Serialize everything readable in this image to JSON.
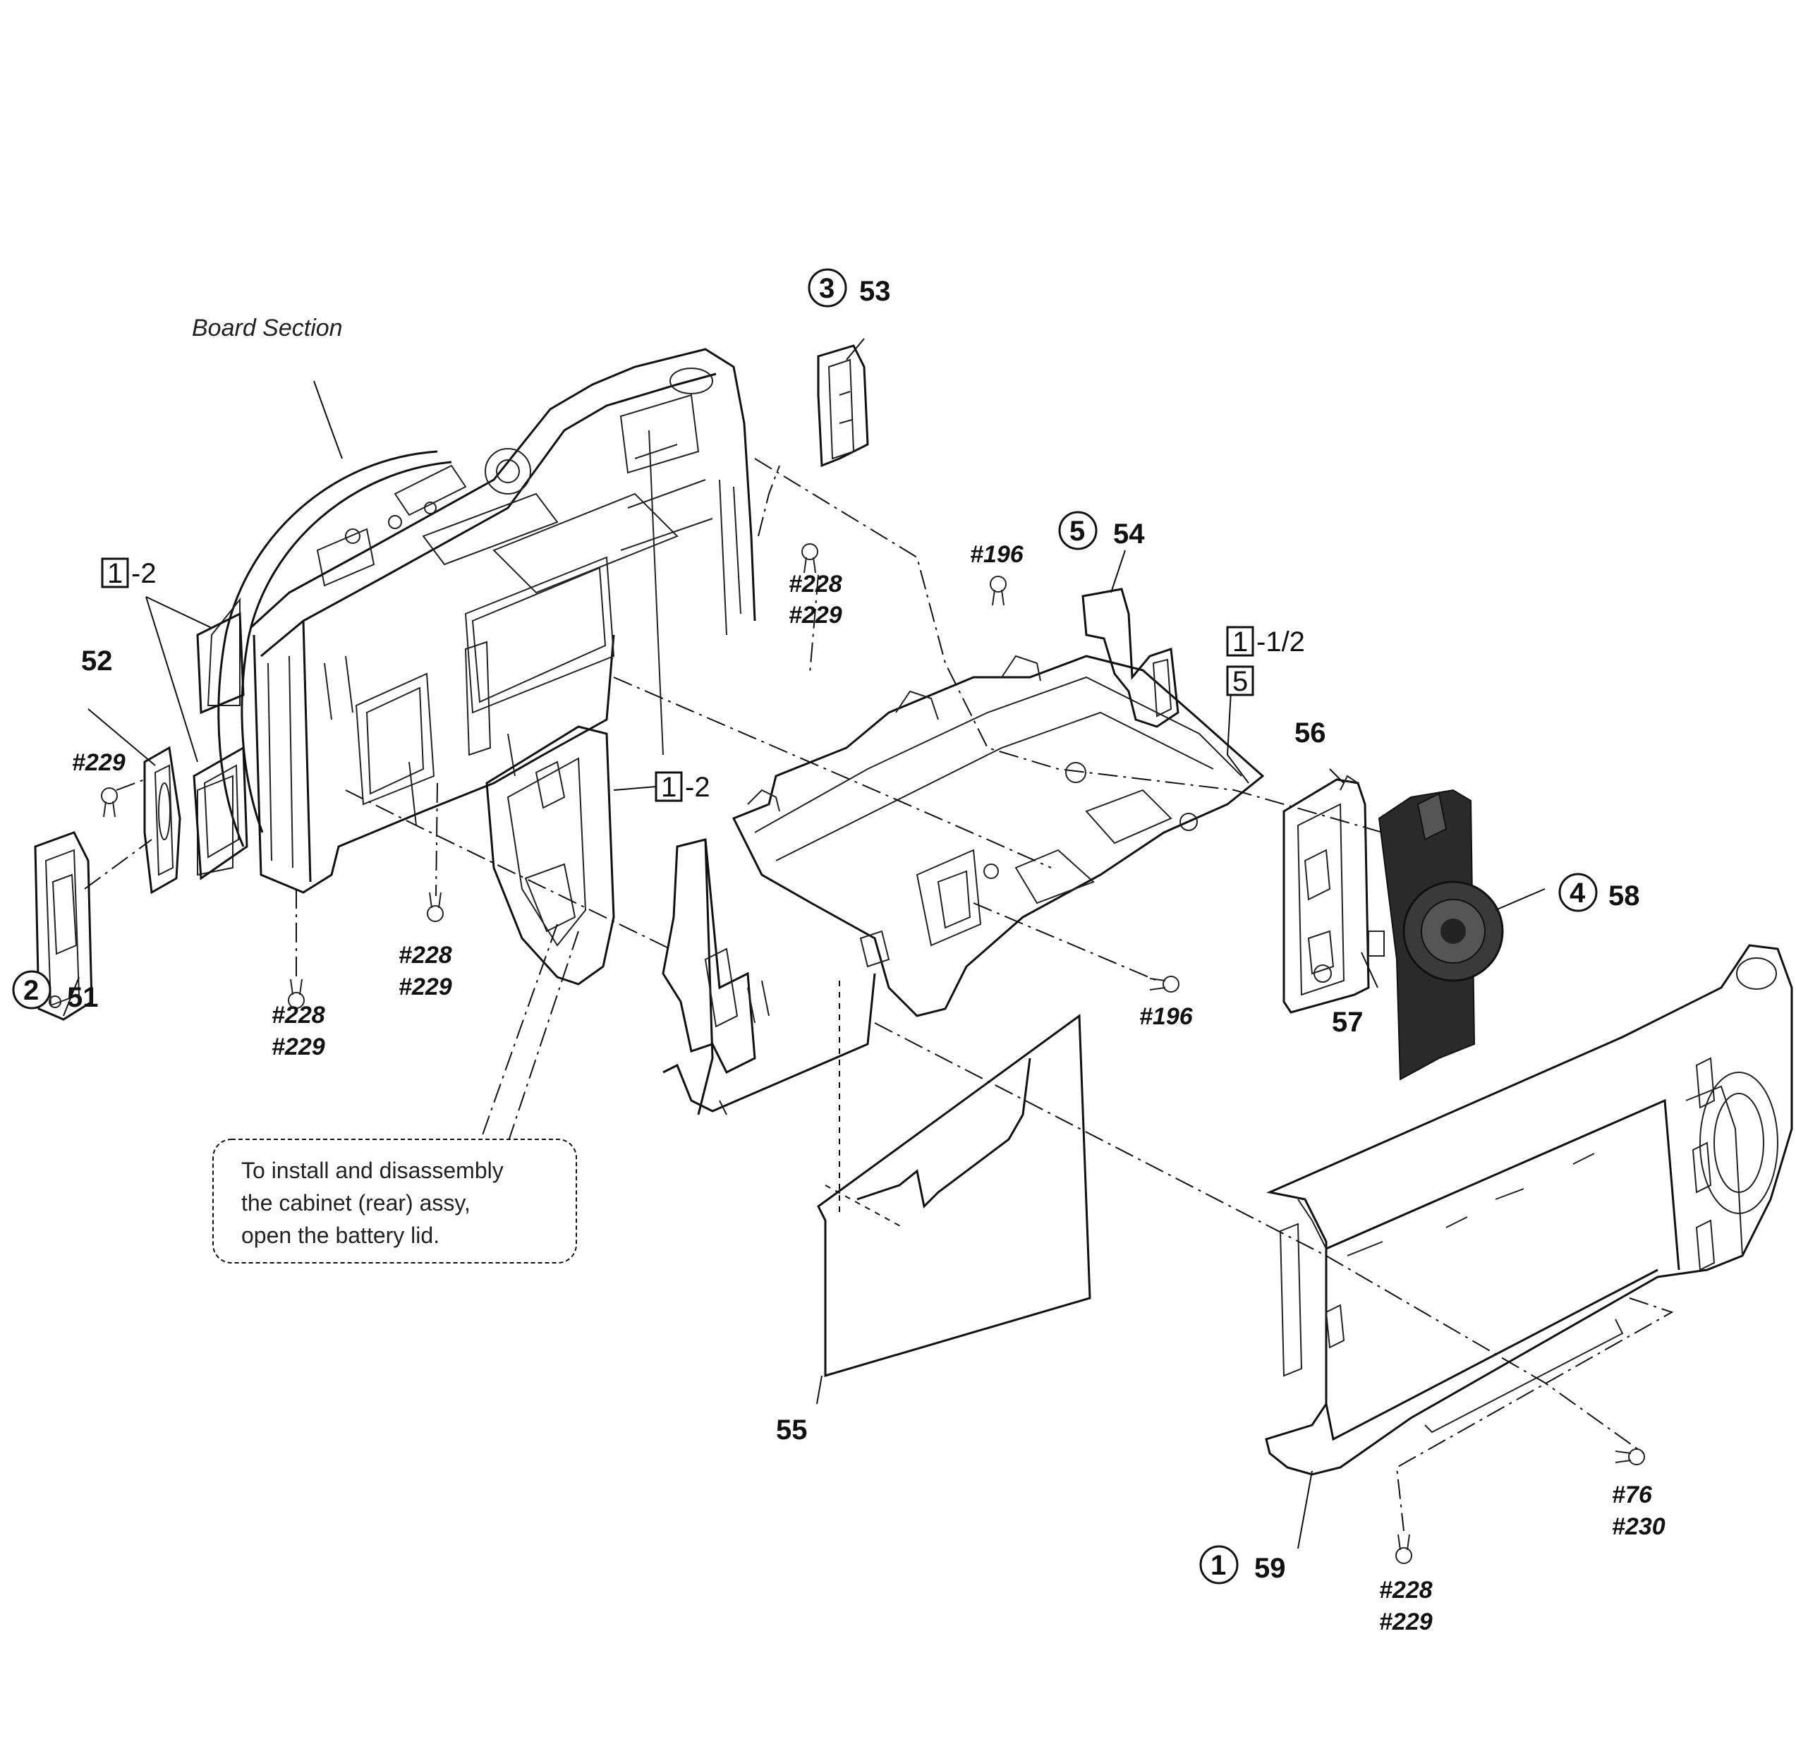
{
  "title": "Board Section",
  "note": [
    "To install and disassembly",
    "the cabinet (rear) assy,",
    "open the battery lid."
  ],
  "callouts": {
    "c1": "1",
    "c2": "2",
    "c3": "3",
    "c4": "4",
    "c5": "5"
  },
  "parts": {
    "p51": "51",
    "p52": "52",
    "p53": "53",
    "p54": "54",
    "p55": "55",
    "p56": "56",
    "p57": "57",
    "p58": "58",
    "p59": "59"
  },
  "refs": {
    "r1_left": "1",
    "r1_left_suffix": "-2",
    "r1_mid": "1",
    "r1_mid_suffix": "-2",
    "r1_right": "1",
    "r1_right_suffix": "-1/2",
    "r5": "5"
  },
  "screws": {
    "s229_left": "#229",
    "s228_a": "#228",
    "s229_a": "#229",
    "s228_b": "#228",
    "s229_b": "#229",
    "s228_c": "#228",
    "s229_c": "#229",
    "s196_top": "#196",
    "s196_bottom": "#196",
    "s76": "#76",
    "s230": "#230",
    "s228_d": "#228",
    "s229_d": "#229"
  }
}
